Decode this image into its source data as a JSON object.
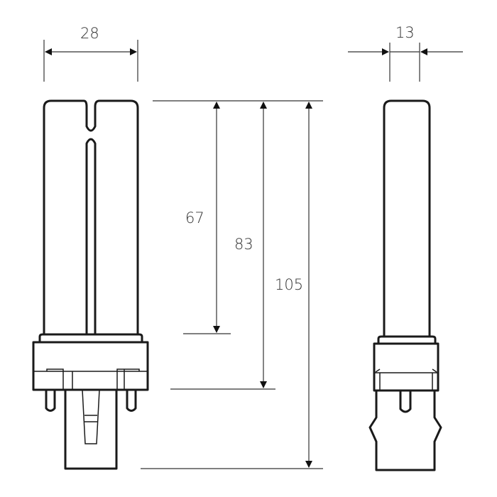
{
  "dimensions": {
    "width_front": "28",
    "width_side": "13",
    "height_tube": "67",
    "height_to_base": "83",
    "height_total": "105"
  },
  "colors": {
    "line": "#1a1a1a",
    "dimension": "#333333"
  }
}
